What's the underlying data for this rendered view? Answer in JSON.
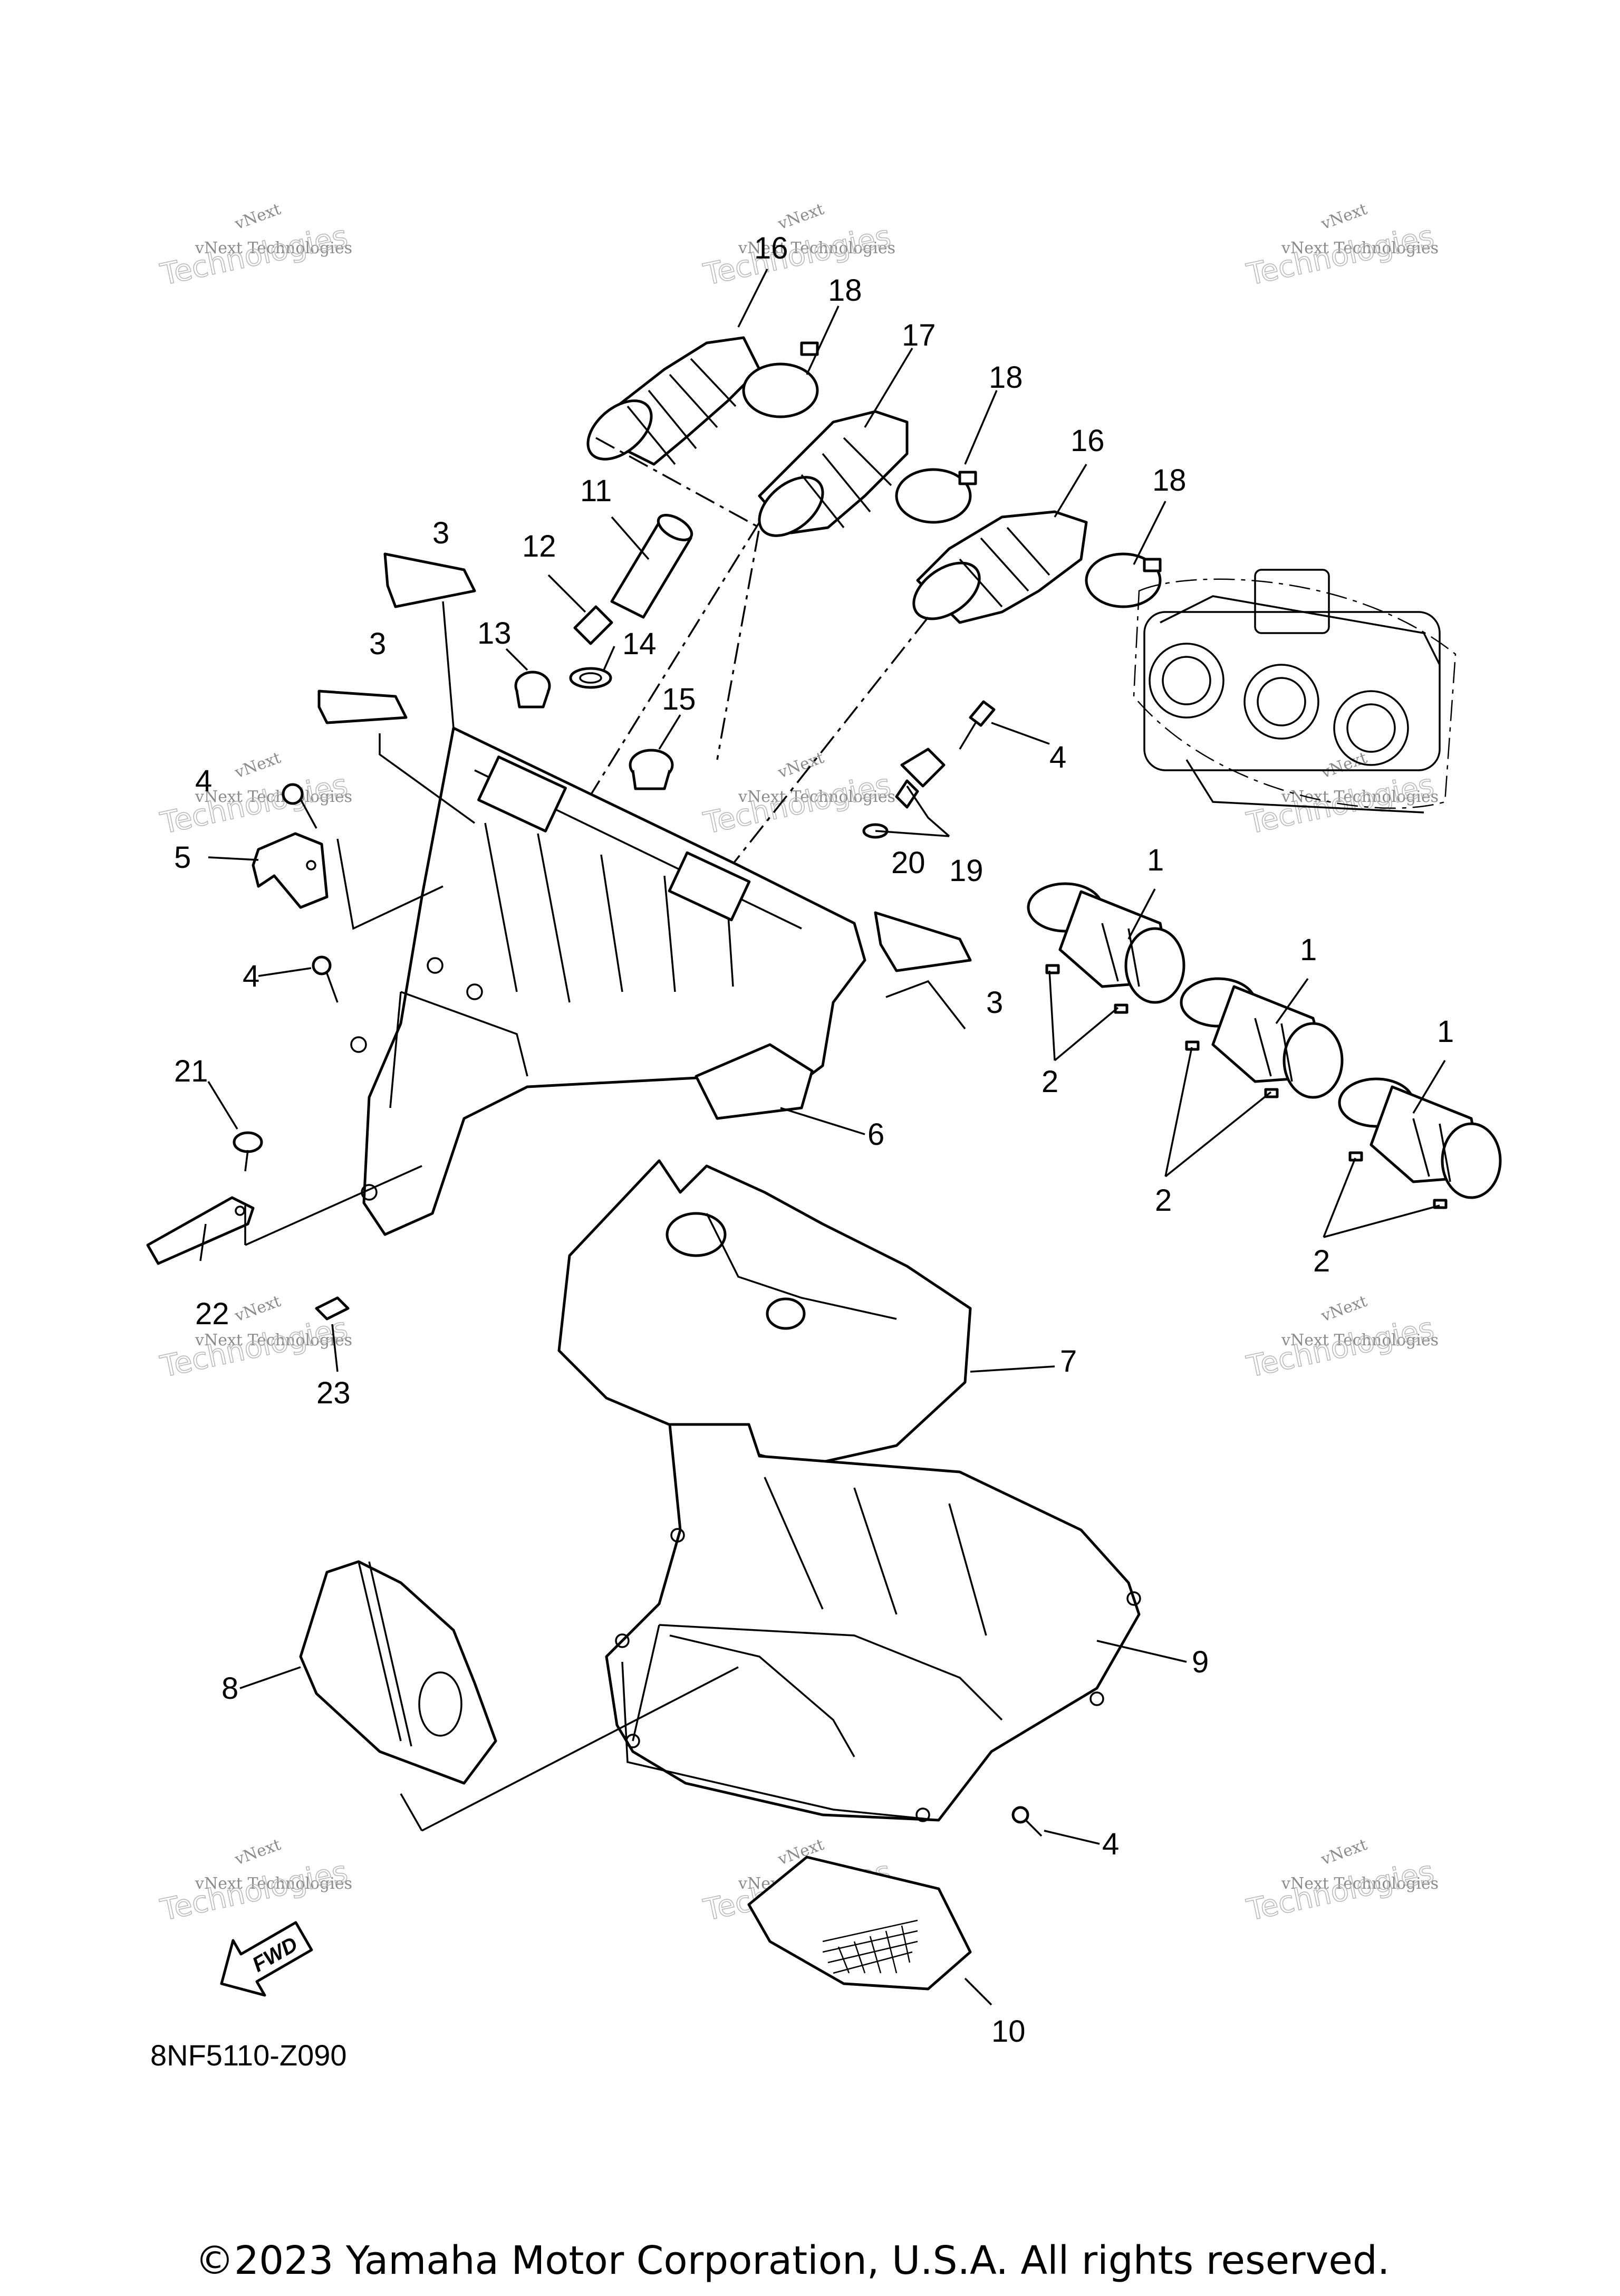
{
  "diagram": {
    "callouts": [
      "1",
      "2",
      "3",
      "4",
      "5",
      "6",
      "7",
      "8",
      "9",
      "10",
      "11",
      "12",
      "13",
      "14",
      "15",
      "16",
      "17",
      "18",
      "19",
      "20",
      "21",
      "22",
      "23"
    ],
    "watermark_small": "vNext Technologies",
    "watermark_big": "Technologies",
    "watermark_top": "vNext",
    "part_code": "8NF5110-Z090",
    "fwd_label": "FWD",
    "copyright": "©2023 Yamaha Motor Corporation, U.S.A. All rights reserved."
  }
}
